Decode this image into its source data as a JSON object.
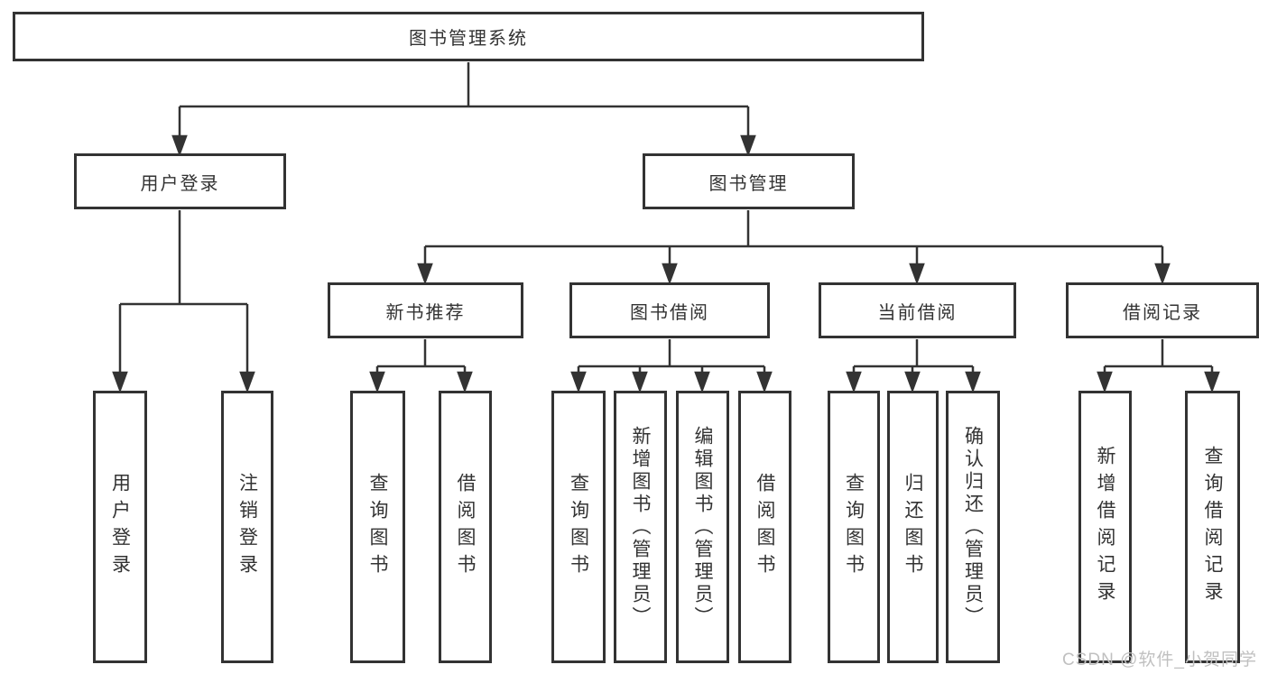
{
  "diagram": {
    "root": {
      "label": "图书管理系统"
    },
    "branches": {
      "user_login": {
        "label": "用户登录",
        "children": [
          {
            "label": "用户登录"
          },
          {
            "label": "注销登录"
          }
        ]
      },
      "book_management": {
        "label": "图书管理",
        "sections": [
          {
            "label": "新书推荐",
            "children": [
              {
                "label": "查询图书"
              },
              {
                "label": "借阅图书"
              }
            ]
          },
          {
            "label": "图书借阅",
            "children": [
              {
                "label": "查询图书"
              },
              {
                "label": "新增图书（管理员）"
              },
              {
                "label": "编辑图书（管理员）"
              },
              {
                "label": "借阅图书"
              }
            ]
          },
          {
            "label": "当前借阅",
            "children": [
              {
                "label": "查询图书"
              },
              {
                "label": "归还图书"
              },
              {
                "label": "确认归还（管理员）"
              }
            ]
          },
          {
            "label": "借阅记录",
            "children": [
              {
                "label": "新增借阅记录"
              },
              {
                "label": "查询借阅记录"
              }
            ]
          }
        ]
      }
    }
  },
  "watermark": {
    "text": "CSDN @软件_小贺同学"
  },
  "colors": {
    "line": "#333333",
    "box_border": "#333333",
    "text": "#333333",
    "background": "#ffffff",
    "watermark": "#c0c0c0"
  }
}
